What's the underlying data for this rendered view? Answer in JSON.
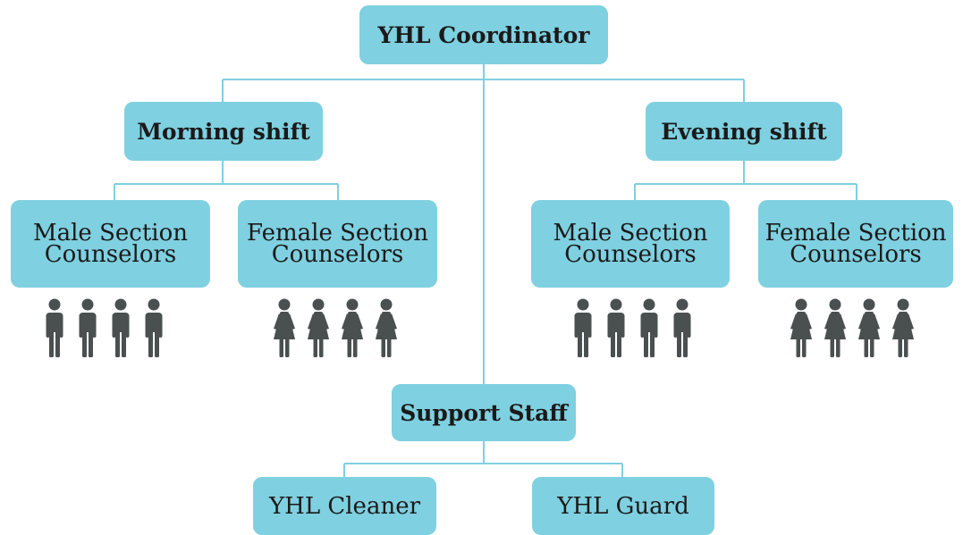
{
  "colors": {
    "box": "#7fd0e0",
    "line": "#7fd0e0",
    "person": "#4a4f50"
  },
  "nodes": {
    "coordinator": "YHL Coordinator",
    "morning": "Morning shift",
    "evening": "Evening shift",
    "morning_male": {
      "line1": "Male Section",
      "line2": "Counselors"
    },
    "morning_female": {
      "line1": "Female Section",
      "line2": "Counselors"
    },
    "evening_male": {
      "line1": "Male Section",
      "line2": "Counselors"
    },
    "evening_female": {
      "line1": "Female Section",
      "line2": "Counselors"
    },
    "support": "Support Staff",
    "cleaner": "YHL Cleaner",
    "guard": "YHL Guard"
  },
  "groups": [
    {
      "icon": "male-person-icon",
      "count": 4
    },
    {
      "icon": "female-person-icon",
      "count": 4
    },
    {
      "icon": "male-person-icon",
      "count": 4
    },
    {
      "icon": "female-person-icon",
      "count": 4
    }
  ]
}
